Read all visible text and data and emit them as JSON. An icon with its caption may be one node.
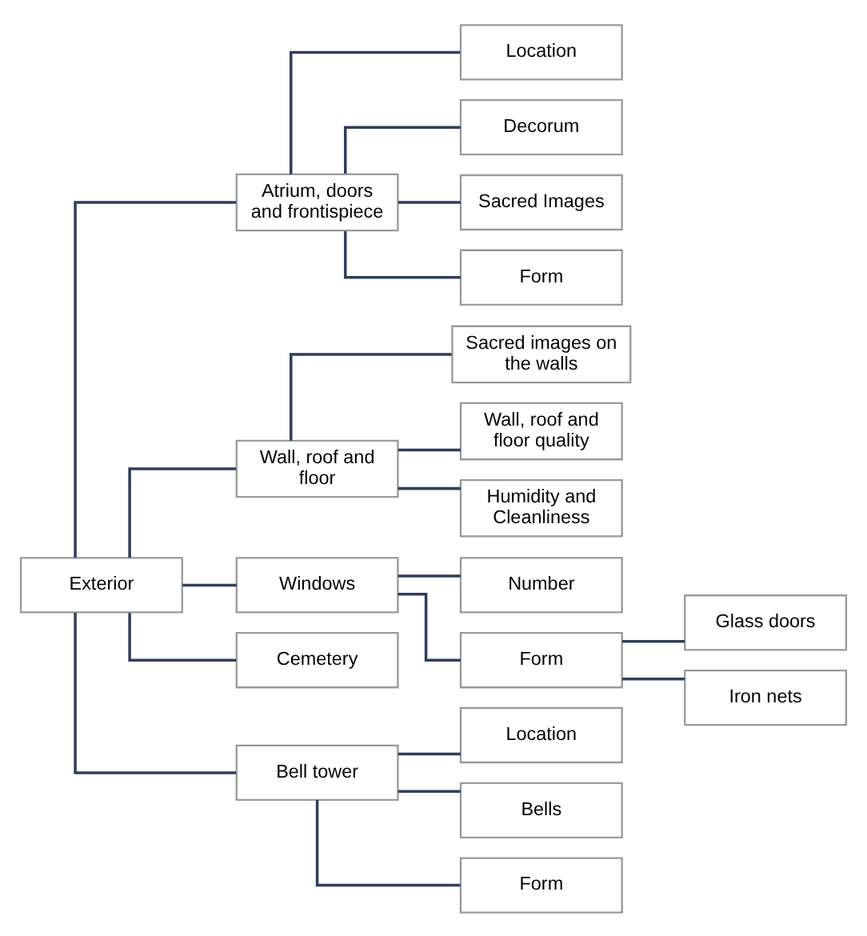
{
  "diagram": {
    "nodes": [
      {
        "text": [
          "Exterior"
        ]
      },
      {
        "text": [
          "Atrium, doors and frontispiece"
        ]
      },
      {
        "text": [
          "Location"
        ]
      },
      {
        "text": [
          "Decorum"
        ]
      },
      {
        "text": [
          "Sacred Images"
        ]
      },
      {
        "text": [
          "Form"
        ]
      },
      {
        "text": [
          "Wall, roof and floor"
        ]
      },
      {
        "text": [
          "Sacred images on the walls"
        ]
      },
      {
        "text": [
          "Wall, roof and floor quality"
        ]
      },
      {
        "text": [
          "Humidity and Cleanliness"
        ]
      },
      {
        "text": [
          "Windows"
        ]
      },
      {
        "text": [
          "Number"
        ]
      },
      {
        "text": [
          "Form"
        ]
      },
      {
        "text": [
          "Glass doors"
        ]
      },
      {
        "text": [
          "Iron nets"
        ]
      },
      {
        "text": [
          "Cemetery"
        ]
      },
      {
        "text": [
          "Bell tower"
        ]
      },
      {
        "text": [
          "Location"
        ]
      },
      {
        "text": [
          "Bells"
        ]
      },
      {
        "text": [
          "Form"
        ]
      }
    ],
    "edges": [
      {
        "from": 0,
        "to": 1,
        "arrow": "none"
      },
      {
        "from": 0,
        "to": 6,
        "arrow": "none"
      },
      {
        "from": 0,
        "to": 10,
        "arrow": "none"
      },
      {
        "from": 0,
        "to": 15,
        "arrow": "none"
      },
      {
        "from": 0,
        "to": 16,
        "arrow": "none"
      },
      {
        "from": 1,
        "to": 2,
        "arrow": "none"
      },
      {
        "from": 1,
        "to": 3,
        "arrow": "none"
      },
      {
        "from": 1,
        "to": 4,
        "arrow": "none"
      },
      {
        "from": 1,
        "to": 5,
        "arrow": "none"
      },
      {
        "from": 6,
        "to": 7,
        "arrow": "none"
      },
      {
        "from": 6,
        "to": 8,
        "arrow": "none"
      },
      {
        "from": 6,
        "to": 9,
        "arrow": "none"
      },
      {
        "from": 10,
        "to": 11,
        "arrow": "none"
      },
      {
        "from": 10,
        "to": 12,
        "arrow": "none"
      },
      {
        "from": 12,
        "to": 13,
        "arrow": "none"
      },
      {
        "from": 12,
        "to": 14,
        "arrow": "none"
      },
      {
        "from": 16,
        "to": 17,
        "arrow": "none"
      },
      {
        "from": 16,
        "to": 18,
        "arrow": "none"
      },
      {
        "from": 16,
        "to": 19,
        "arrow": "none"
      }
    ]
  }
}
